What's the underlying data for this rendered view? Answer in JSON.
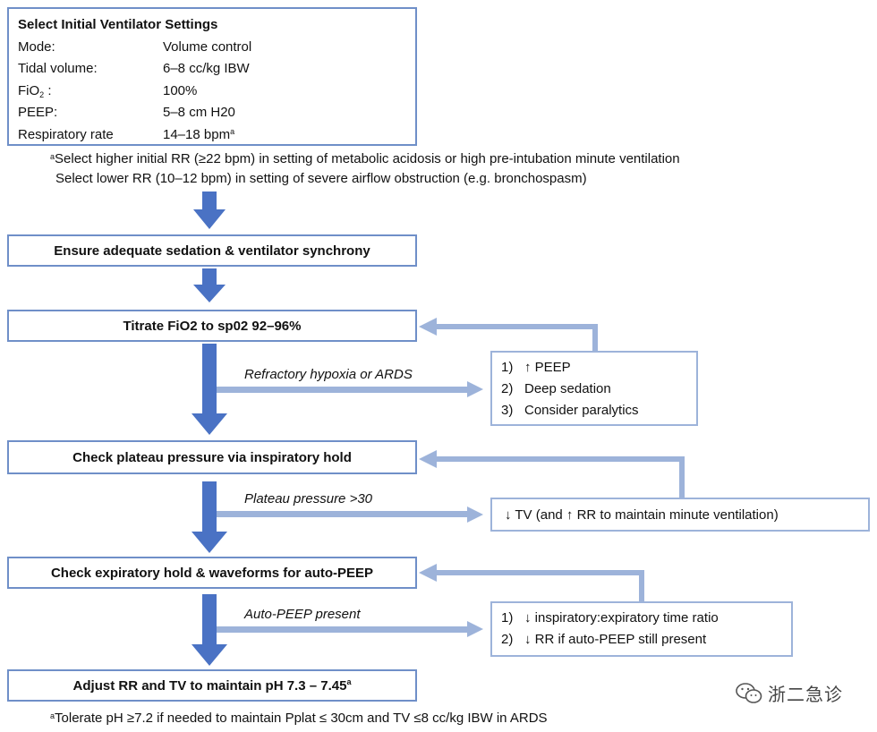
{
  "settings": {
    "title": "Select Initial Ventilator Settings",
    "rows": [
      {
        "label": "Mode:",
        "value": "Volume control"
      },
      {
        "label": "Tidal volume:",
        "value": "6–8 cc/kg IBW"
      },
      {
        "label_main": "FiO",
        "label_sub": "2",
        "label_tail": " :",
        "value": "100%"
      },
      {
        "label": "PEEP:",
        "value": "5–8 cm H20"
      },
      {
        "label": "Respiratory rate",
        "value": "14–18 bpm",
        "value_sup": "a"
      }
    ]
  },
  "footnote_top": {
    "marker": "a",
    "line1": "Select higher initial RR (≥22 bpm) in setting of metabolic acidosis or high pre-intubation minute ventilation",
    "line2": "Select lower RR (10–12 bpm) in setting of severe airflow obstruction (e.g. bronchospasm)"
  },
  "steps": {
    "sedation": "Ensure adequate sedation & ventilator synchrony",
    "titrate": "Titrate FiO2 to sp02 92–96%",
    "plateau": "Check plateau pressure via inspiratory hold",
    "expiratory": "Check expiratory hold & waveforms for auto-PEEP",
    "adjust": "Adjust RR and TV to maintain pH 7.3 – 7.45",
    "adjust_sup": "a"
  },
  "conditions": {
    "hypoxia": "Refractory hypoxia or ARDS",
    "plateau": "Plateau pressure >30",
    "autopeep": "Auto-PEEP present"
  },
  "side_boxes": {
    "hypoxia": [
      {
        "num": "1)",
        "text": "↑ PEEP"
      },
      {
        "num": "2)",
        "text": "Deep sedation"
      },
      {
        "num": "3)",
        "text": "Consider paralytics"
      }
    ],
    "plateau": "↓ TV  (and ↑ RR to maintain minute ventilation)",
    "autopeep": [
      {
        "num": "1)",
        "text": "↓ inspiratory:expiratory time ratio"
      },
      {
        "num": "2)",
        "text": "↓ RR if auto-PEEP still present"
      }
    ]
  },
  "footnote_bottom": {
    "marker": "a",
    "text": "Tolerate pH ≥7.2 if needed to maintain Pplat ≤ 30cm and TV ≤8 cc/kg IBW in ARDS"
  },
  "watermark": {
    "text": "浙二急诊",
    "icon": "wechat-icon"
  },
  "colors": {
    "main_arrow": "#4a72c4",
    "side_arrow": "#9db3da",
    "box_border": "#6f8fc8"
  }
}
